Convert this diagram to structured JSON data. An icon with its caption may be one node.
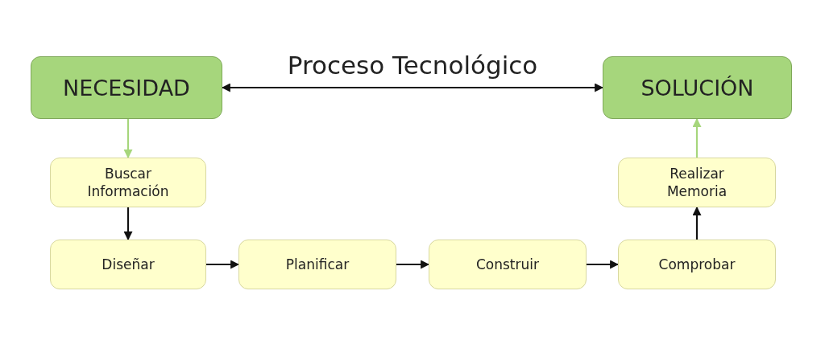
{
  "diagram": {
    "nodes": [
      {
        "text": [
          "NECESIDAD"
        ]
      },
      {
        "text": [
          "SOLUCIÓN"
        ]
      },
      {
        "text": [
          "Buscar Información"
        ]
      },
      {
        "text": [
          "Diseñar"
        ]
      },
      {
        "text": [
          "Planificar"
        ]
      },
      {
        "text": [
          "Construir"
        ]
      },
      {
        "text": [
          "Comprobar"
        ]
      },
      {
        "text": [
          "Realizar Memoria"
        ]
      }
    ],
    "edges": [
      {
        "from": 0,
        "to": 1,
        "arrow": "both",
        "label": "Proceso Tecnológico"
      },
      {
        "from": 0,
        "to": 2,
        "arrow": "to",
        "color": "#a6d67c"
      },
      {
        "from": 2,
        "to": 3,
        "arrow": "to"
      },
      {
        "from": 3,
        "to": 4,
        "arrow": "to"
      },
      {
        "from": 4,
        "to": 5,
        "arrow": "to"
      },
      {
        "from": 5,
        "to": 6,
        "arrow": "to"
      },
      {
        "from": 6,
        "to": 7,
        "arrow": "to"
      },
      {
        "from": 7,
        "to": 1,
        "arrow": "to",
        "color": "#a6d67c"
      }
    ]
  }
}
